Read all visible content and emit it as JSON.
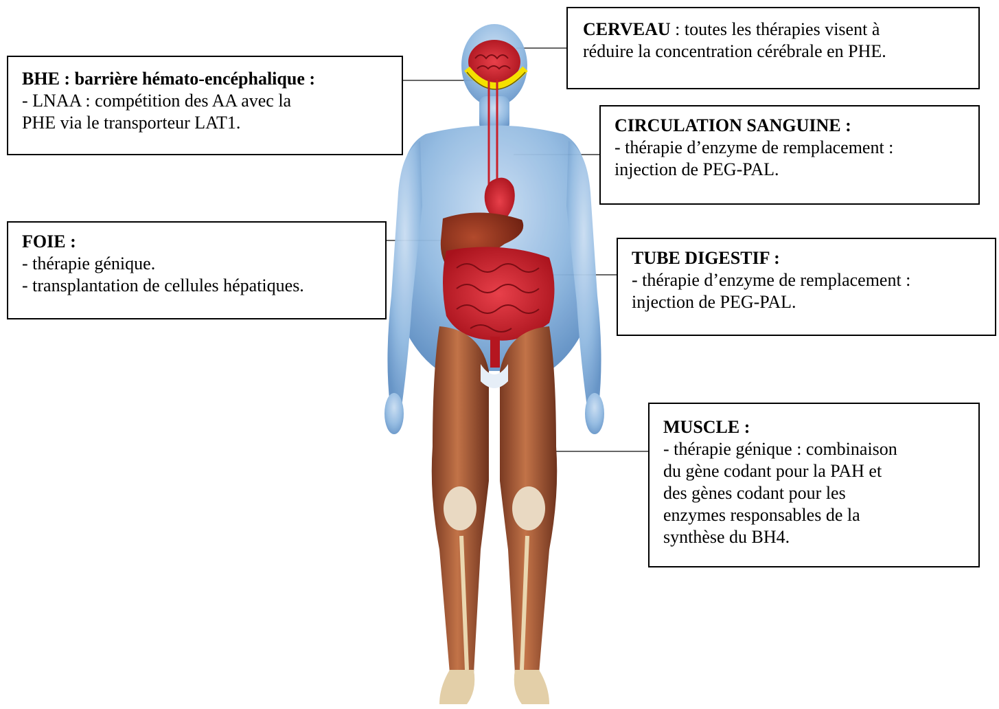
{
  "callouts": {
    "cerveau": {
      "title": "CERVEAU",
      "text_first": " : toutes les thérapies visent à",
      "text_second": "réduire la concentration cérébrale en PHE."
    },
    "bhe": {
      "title": "BHE : barrière hémato-encéphalique :",
      "lines": [
        "- LNAA : compétition des AA avec la",
        "PHE via le transporteur LAT1."
      ]
    },
    "circulation": {
      "title": "CIRCULATION SANGUINE :",
      "lines": [
        "- thérapie d’enzyme de remplacement :",
        "injection de PEG-PAL."
      ]
    },
    "foie": {
      "title": "FOIE :",
      "lines": [
        "- thérapie génique.",
        "- transplantation de cellules hépatiques."
      ]
    },
    "tube": {
      "title": "TUBE DIGESTIF :",
      "lines": [
        "- thérapie d’enzyme de remplacement :",
        "injection de PEG-PAL."
      ]
    },
    "muscle": {
      "title": "MUSCLE :",
      "lines": [
        "- thérapie génique : combinaison",
        "du gène codant pour la PAH et",
        "des gènes codant pour les",
        "enzymes responsables de la",
        "synthèse du BH4."
      ]
    }
  },
  "colors": {
    "body_blue": "#8fb8e0",
    "organ_red": "#c8202a",
    "liver_brown": "#8a2a18",
    "muscle_brown": "#b0603c",
    "tendon_cream": "#ead7b0",
    "bbb_yellow": "#f5e100"
  }
}
